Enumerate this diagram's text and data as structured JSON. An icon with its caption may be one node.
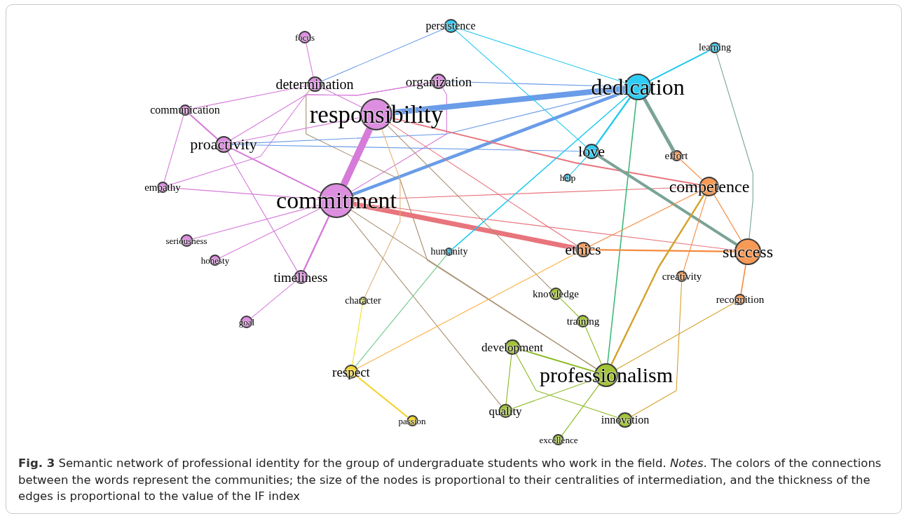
{
  "diagram": {
    "caption": "**Fig. 3** Semantic network of professional identity for the group of undergraduate students who work in the field. *Notes*. The colors of the connections between the words represent the communities; the size of the nodes is proportional to their centralities of intermediation, and the thickness of the edges is proportional to the value of the IF index",
    "nodes": [
      {
        "text": [
          "persistence"
        ]
      },
      {
        "text": [
          "focus"
        ]
      },
      {
        "text": [
          "learning"
        ]
      },
      {
        "text": [
          "determination"
        ]
      },
      {
        "text": [
          "organization"
        ]
      },
      {
        "text": [
          "dedication"
        ]
      },
      {
        "text": [
          "communication"
        ]
      },
      {
        "text": [
          "responsibility"
        ]
      },
      {
        "text": [
          "proactivity"
        ]
      },
      {
        "text": [
          "love"
        ]
      },
      {
        "text": [
          "effort"
        ]
      },
      {
        "text": [
          "help"
        ]
      },
      {
        "text": [
          "empathy"
        ]
      },
      {
        "text": [
          "competence"
        ]
      },
      {
        "text": [
          "commitment"
        ]
      },
      {
        "text": [
          "seriousness"
        ]
      },
      {
        "text": [
          "honesty"
        ]
      },
      {
        "text": [
          "humanity"
        ]
      },
      {
        "text": [
          "ethics"
        ]
      },
      {
        "text": [
          "success"
        ]
      },
      {
        "text": [
          "timeliness"
        ]
      },
      {
        "text": [
          "creativity"
        ]
      },
      {
        "text": [
          "knowledge"
        ]
      },
      {
        "text": [
          "recognition"
        ]
      },
      {
        "text": [
          "character"
        ]
      },
      {
        "text": [
          "goal"
        ]
      },
      {
        "text": [
          "training"
        ]
      },
      {
        "text": [
          "development"
        ]
      },
      {
        "text": [
          "respect"
        ]
      },
      {
        "text": [
          "professionalism"
        ]
      },
      {
        "text": [
          "quality"
        ]
      },
      {
        "text": [
          "innovation"
        ]
      },
      {
        "text": [
          "passion"
        ]
      },
      {
        "text": [
          "excellence"
        ]
      }
    ],
    "edges": [
      {
        "from": 1,
        "to": 3,
        "arrow": "none",
        "color": "#d67bd9"
      },
      {
        "from": 3,
        "to": 0,
        "arrow": "none",
        "color": "#6a9ce8"
      },
      {
        "from": 3,
        "to": 6,
        "arrow": "none",
        "color": "#d67bd9"
      },
      {
        "from": 3,
        "to": 7,
        "arrow": "none",
        "color": "#d67bd9"
      },
      {
        "from": 3,
        "to": 29,
        "arrow": "none",
        "color": "#a89070"
      },
      {
        "from": 4,
        "to": 8,
        "arrow": "none",
        "color": "#d67bd9"
      },
      {
        "from": 4,
        "to": 12,
        "arrow": "none",
        "color": "#d67bd9"
      },
      {
        "from": 4,
        "to": 14,
        "arrow": "none",
        "color": "#d67bd9"
      },
      {
        "from": 4,
        "to": 5,
        "arrow": "none",
        "color": "#6a9ce8"
      },
      {
        "from": 7,
        "to": 5,
        "arrow": "none",
        "style": "thick",
        "color": "#6a9ce8"
      },
      {
        "from": 8,
        "to": 5,
        "arrow": "none",
        "color": "#6a9ce8"
      },
      {
        "from": 8,
        "to": 9,
        "arrow": "none",
        "color": "#6a9ce8"
      },
      {
        "from": 6,
        "to": 8,
        "arrow": "none",
        "color": "#d67bd9"
      },
      {
        "from": 8,
        "to": 14,
        "arrow": "none",
        "color": "#d67bd9"
      },
      {
        "from": 6,
        "to": 12,
        "arrow": "none",
        "color": "#d67bd9"
      },
      {
        "from": 8,
        "to": 7,
        "arrow": "none",
        "color": "#d67bd9"
      },
      {
        "from": 8,
        "to": 20,
        "arrow": "none",
        "color": "#d67bd9"
      },
      {
        "from": 12,
        "to": 14,
        "arrow": "none",
        "color": "#d67bd9"
      },
      {
        "from": 7,
        "to": 14,
        "arrow": "none",
        "style": "thick",
        "color": "#d67bd9"
      },
      {
        "from": 14,
        "to": 5,
        "arrow": "none",
        "style": "thick",
        "color": "#6a9ce8"
      },
      {
        "from": 14,
        "to": 15,
        "arrow": "none",
        "color": "#d67bd9"
      },
      {
        "from": 14,
        "to": 16,
        "arrow": "none",
        "color": "#d67bd9"
      },
      {
        "from": 14,
        "to": 20,
        "arrow": "none",
        "color": "#d67bd9"
      },
      {
        "from": 20,
        "to": 25,
        "arrow": "none",
        "color": "#d67bd9"
      },
      {
        "from": 7,
        "to": 13,
        "arrow": "none",
        "color": "#e8747c"
      },
      {
        "from": 7,
        "to": 18,
        "arrow": "none",
        "color": "#e8747c"
      },
      {
        "from": 14,
        "to": 13,
        "arrow": "none",
        "color": "#e8747c"
      },
      {
        "from": 14,
        "to": 19,
        "arrow": "none",
        "color": "#e8747c"
      },
      {
        "from": 14,
        "to": 18,
        "arrow": "none",
        "style": "thick",
        "color": "#e8747c"
      },
      {
        "from": 7,
        "to": 24,
        "arrow": "none",
        "color": "#e0b27a"
      },
      {
        "from": 7,
        "to": 22,
        "arrow": "none",
        "color": "#a89070"
      },
      {
        "from": 14,
        "to": 29,
        "arrow": "none",
        "color": "#a89070"
      },
      {
        "from": 14,
        "to": 30,
        "arrow": "none",
        "color": "#a89070"
      },
      {
        "from": 0,
        "to": 5,
        "arrow": "none",
        "color": "#1ec8f0"
      },
      {
        "from": 0,
        "to": 9,
        "arrow": "none",
        "color": "#1ec8f0"
      },
      {
        "from": 2,
        "to": 5,
        "arrow": "none",
        "color": "#1ec8f0"
      },
      {
        "from": 2,
        "to": 19,
        "arrow": "none",
        "color": "#7aa396"
      },
      {
        "from": 5,
        "to": 9,
        "arrow": "none",
        "color": "#1ec8f0"
      },
      {
        "from": 5,
        "to": 17,
        "arrow": "none",
        "color": "#1ec8f0"
      },
      {
        "from": 5,
        "to": 29,
        "arrow": "none",
        "color": "#3dba7a"
      },
      {
        "from": 5,
        "to": 10,
        "arrow": "none",
        "style": "thick",
        "color": "#7aa396"
      },
      {
        "from": 9,
        "to": 11,
        "arrow": "none",
        "color": "#1ec8f0"
      },
      {
        "from": 9,
        "to": 19,
        "arrow": "none",
        "style": "thick",
        "color": "#7aa396"
      },
      {
        "from": 10,
        "to": 13,
        "arrow": "none",
        "color": "#f58a3e"
      },
      {
        "from": 18,
        "to": 13,
        "arrow": "none",
        "color": "#f58a3e"
      },
      {
        "from": 28,
        "to": 18,
        "arrow": "none",
        "color": "#f9b040"
      },
      {
        "from": 18,
        "to": 19,
        "arrow": "none",
        "color": "#f58a3e"
      },
      {
        "from": 13,
        "to": 19,
        "arrow": "none",
        "color": "#f58a3e"
      },
      {
        "from": 13,
        "to": 21,
        "arrow": "none",
        "color": "#f58a3e"
      },
      {
        "from": 13,
        "to": 29,
        "arrow": "none",
        "color": "#d4a22a"
      },
      {
        "from": 21,
        "to": 31,
        "arrow": "none",
        "color": "#d4a22a"
      },
      {
        "from": 19,
        "to": 23,
        "arrow": "none",
        "color": "#f58a3e"
      },
      {
        "from": 23,
        "to": 29,
        "arrow": "none",
        "color": "#d4a22a"
      },
      {
        "from": 17,
        "to": 28,
        "arrow": "none",
        "color": "#6cc98a"
      },
      {
        "from": 24,
        "to": 28,
        "arrow": "none",
        "color": "#f5e020"
      },
      {
        "from": 28,
        "to": 32,
        "arrow": "none",
        "color": "#f5d020"
      },
      {
        "from": 22,
        "to": 26,
        "arrow": "none",
        "color": "#8ab820"
      },
      {
        "from": 26,
        "to": 29,
        "arrow": "none",
        "color": "#8ab820"
      },
      {
        "from": 27,
        "to": 29,
        "arrow": "none",
        "color": "#8ab820"
      },
      {
        "from": 27,
        "to": 30,
        "arrow": "none",
        "color": "#8ab820"
      },
      {
        "from": 27,
        "to": 31,
        "arrow": "none",
        "color": "#8ab820"
      },
      {
        "from": 30,
        "to": 29,
        "arrow": "none",
        "color": "#8ab820"
      },
      {
        "from": 29,
        "to": 33,
        "arrow": "none",
        "color": "#8ab820"
      }
    ]
  }
}
